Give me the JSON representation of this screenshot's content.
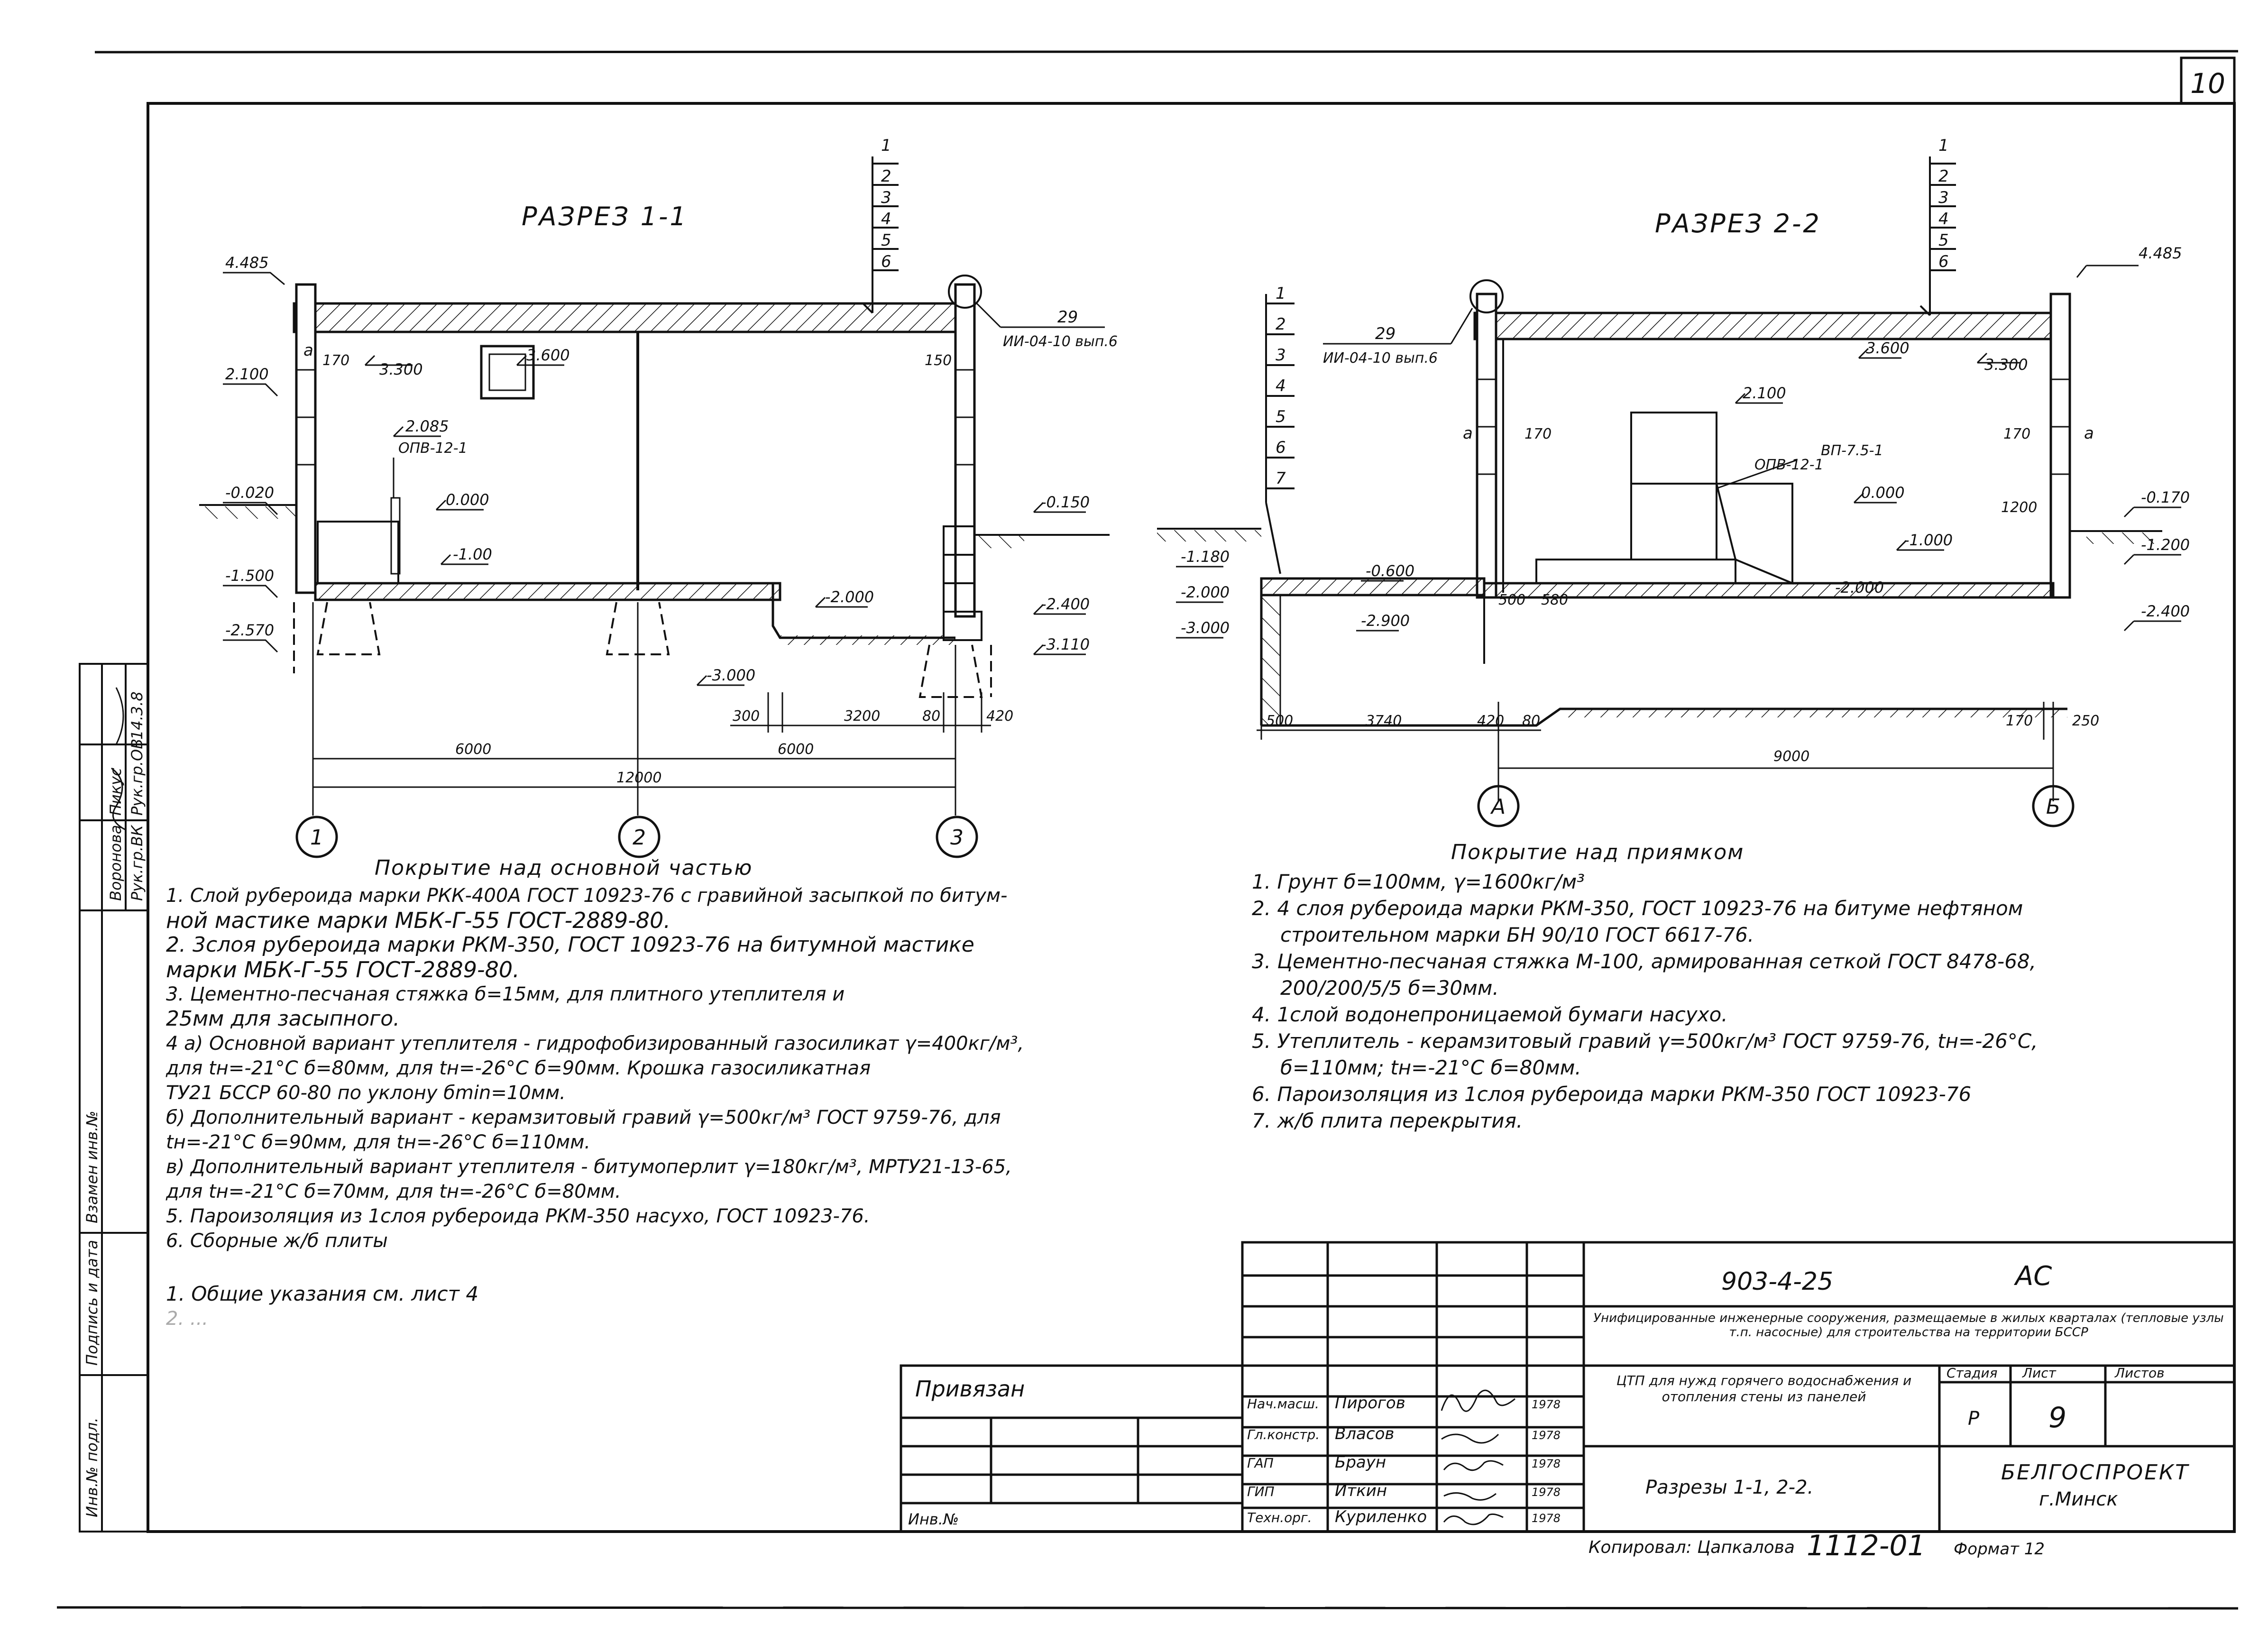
{
  "sheet_number": "10",
  "sections": {
    "s1": {
      "title": "РАЗРЕЗ 1-1",
      "layer_numbers": [
        "1",
        "2",
        "3",
        "4",
        "5",
        "6"
      ],
      "levels": [
        "4.485",
        "2.100",
        "-0.020",
        "-1.500",
        "-2.570",
        "3.300",
        "3.600",
        "2.085",
        "0.000",
        "-1.00",
        "-0.150",
        "-2.000",
        "-2.400",
        "-3.110",
        "-3.000"
      ],
      "dims": [
        "170",
        "150",
        "300",
        "3200",
        "80",
        "420",
        "6000",
        "6000",
        "12000"
      ],
      "callout_num": "29",
      "callout_ref": "ИИ-04-10 вып.6",
      "label_a": "а",
      "equip": "ОПВ-12-1",
      "axes": [
        "1",
        "2",
        "3"
      ]
    },
    "s2": {
      "title": "РАЗРЕЗ 2-2",
      "layer_numbers": [
        "1",
        "2",
        "3",
        "4",
        "5",
        "6"
      ],
      "left_numbers": [
        "1",
        "2",
        "3",
        "4",
        "5",
        "6",
        "7"
      ],
      "levels": [
        "4.485",
        "3.600",
        "3.300",
        "2.100",
        "0.000",
        "-1.000",
        "-0.170",
        "-1.200",
        "-2.400",
        "-1.180",
        "-2.000",
        "-3.000",
        "-0.600",
        "-2.900",
        "-2.000"
      ],
      "dims": [
        "170",
        "170",
        "500",
        "580",
        "1200",
        "500",
        "3740",
        "420",
        "80",
        "9000",
        "170",
        "250"
      ],
      "callout_num": "29",
      "callout_ref": "ИИ-04-10 вып.6",
      "label_a": "а",
      "equip1": "ОПВ-12-1",
      "equip2": "ВП-7.5-1",
      "axes": [
        "А",
        "Б"
      ]
    }
  },
  "notes_main": {
    "heading": "Покрытие над основной частью",
    "items": [
      "1. Слой рубероида марки РКК-400А ГОСТ 10923-76 с гравийной засыпкой по битум-",
      "ной мастике марки МБК-Г-55 ГОСТ-2889-80.",
      "2. 3слоя рубероида марки РКМ-350, ГОСТ 10923-76 на битумной мастике",
      "марки МБК-Г-55 ГОСТ-2889-80.",
      "3. Цементно-песчаная стяжка б=15мм, для плитного утеплителя и",
      "25мм для засыпного.",
      "4 а) Основной вариант утеплителя - гидрофобизированный газосиликат γ=400кг/м³,",
      "для tн=-21°С б=80мм, для tн=-26°С б=90мм. Крошка газосиликатная",
      "ТУ21 БССР 60-80 по уклону бmin=10мм.",
      "б) Дополнительный вариант - керамзитовый гравий γ=500кг/м³ ГОСТ 9759-76, для",
      "tн=-21°С б=90мм, для tн=-26°С б=110мм.",
      "в) Дополнительный вариант утеплителя - битумоперлит γ=180кг/м³, МРТУ21-13-65,",
      "для tн=-21°С б=70мм, для tн=-26°С б=80мм.",
      "5. Пароизоляция из 1слоя рубероида РКМ-350 насухо, ГОСТ 10923-76.",
      "6. Сборные ж/б плиты"
    ],
    "general": [
      "1. Общие указания см. лист 4",
      "2. ..."
    ]
  },
  "notes_pit": {
    "heading": "Покрытие над приямком",
    "items": [
      "1. Грунт б=100мм, γ=1600кг/м³",
      "2. 4 слоя рубероида марки РКМ-350, ГОСТ 10923-76 на битуме нефтяном",
      "строительном марки БН 90/10 ГОСТ 6617-76.",
      "3. Цементно-песчаная стяжка М-100, армированная сеткой ГОСТ 8478-68,",
      "200/200/5/5 б=30мм.",
      "4. 1слой водонепроницаемой бумаги насухо.",
      "5. Утеплитель - керамзитовый гравий γ=500кг/м³ ГОСТ 9759-76, tн=-26°С,",
      "б=110мм; tн=-21°С б=80мм.",
      "6. Пароизоляция из 1слоя рубероида марки РКМ-350 ГОСТ 10923-76",
      "7. ж/б плита перекрытия."
    ]
  },
  "left_strip": {
    "labels": [
      "Инв.№ подл.",
      "Подпись и дата",
      "Взамен инв.№"
    ],
    "values": [
      "Рук.гр.ВК",
      "Рук.гр.ОВ",
      "Воронова",
      "Пикус",
      "14.3.8"
    ]
  },
  "title_block": {
    "doc_code": "903-4-25",
    "mark": "АС",
    "project_title": "Унифицированные инженерные сооружения, размещаемые в жилых кварталах (тепловые узлы т.п. насосные) для строительства на территории БССР",
    "sheet_title": "ЦТП для нужд горячего водоснабжения и отопления стены из панелей",
    "drawing_name": "Разрезы 1-1, 2-2.",
    "stage_label": "Стадия",
    "sheet_label": "Лист",
    "sheets_label": "Листов",
    "stage": "Р",
    "sheet": "9",
    "org": "БЕЛГОСПРОЕКТ",
    "city": "г.Минск",
    "bound_label": "Привязан",
    "inv_label": "Инв.№",
    "roles": [
      {
        "role": "Нач.масш.",
        "name": "Пирогов",
        "date": "1978"
      },
      {
        "role": "Гл.констр.",
        "name": "Власов",
        "date": "1978"
      },
      {
        "role": "ГАП",
        "name": "Браун",
        "date": "1978"
      },
      {
        "role": "ГИП",
        "name": "Иткин",
        "date": "1978"
      },
      {
        "role": "Техн.орг.",
        "name": "Куриленко",
        "date": "1978"
      }
    ],
    "copied": "Копировал: Цапкалова",
    "copied_num": "1112-01",
    "format": "Формат 12"
  }
}
